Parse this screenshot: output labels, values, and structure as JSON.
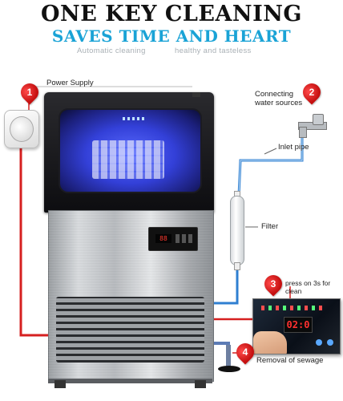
{
  "header": {
    "title": "ONE KEY CLEANING",
    "subtitle": "SAVES TIME AND HEART",
    "tagline_left": "Automatic cleaning",
    "tagline_right": "healthy and tasteless"
  },
  "callouts": [
    {
      "number": "1",
      "label": "Power Supply"
    },
    {
      "number": "2",
      "label_line1": "Connecting",
      "label_line2": "water sources"
    },
    {
      "number": "3",
      "label": "press on 3s for clean"
    },
    {
      "number": "4",
      "label": "Removal of sewage"
    }
  ],
  "labels": {
    "inlet_pipe": "Inlet pipe",
    "filter": "Filter"
  },
  "control_panel": {
    "display_value": "02:0"
  },
  "colors": {
    "title": "#111111",
    "subtitle": "#1aa3d6",
    "tagline": "#a9b0b5",
    "marker": "#d81e1e",
    "power_wire": "#d62020",
    "water_pipe": "#2f7fd1",
    "ice_light": "#4050ff"
  },
  "icons": [
    "power-socket-icon",
    "water-faucet-icon",
    "location-pin-icon",
    "water-filter-icon",
    "drain-icon"
  ]
}
